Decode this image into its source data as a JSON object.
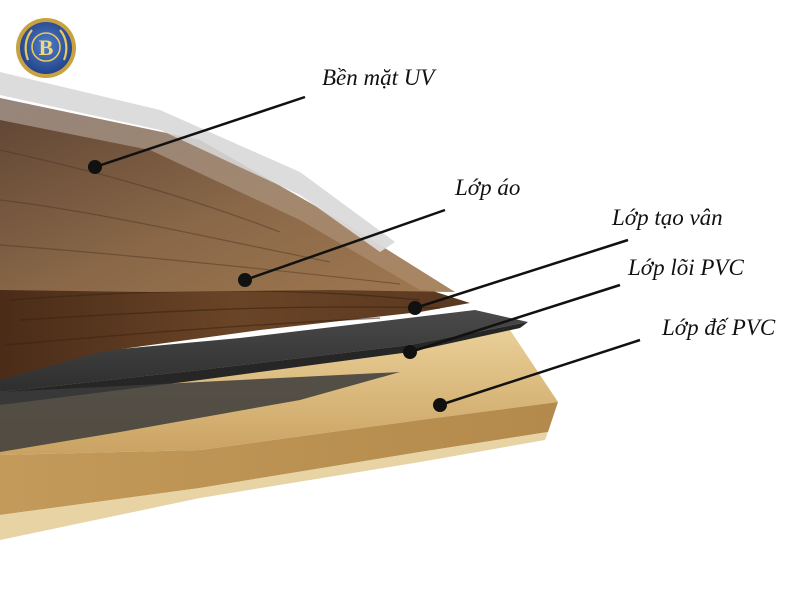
{
  "layers": [
    {
      "id": "uv",
      "label": "Bền mặt UV",
      "color": "#d8d8d8"
    },
    {
      "id": "wear",
      "label": "Lớp áo",
      "color": "#7a5a3e"
    },
    {
      "id": "pattern",
      "label": "Lớp tạo vân",
      "color": "#5a3820"
    },
    {
      "id": "core",
      "label": "Lớp lõi PVC",
      "color": "#3a3a3a"
    },
    {
      "id": "base",
      "label": "Lớp đế PVC",
      "color": "#ddbf80"
    }
  ],
  "logo": {
    "letter": "B",
    "icon": "laurel-emblem-icon"
  }
}
